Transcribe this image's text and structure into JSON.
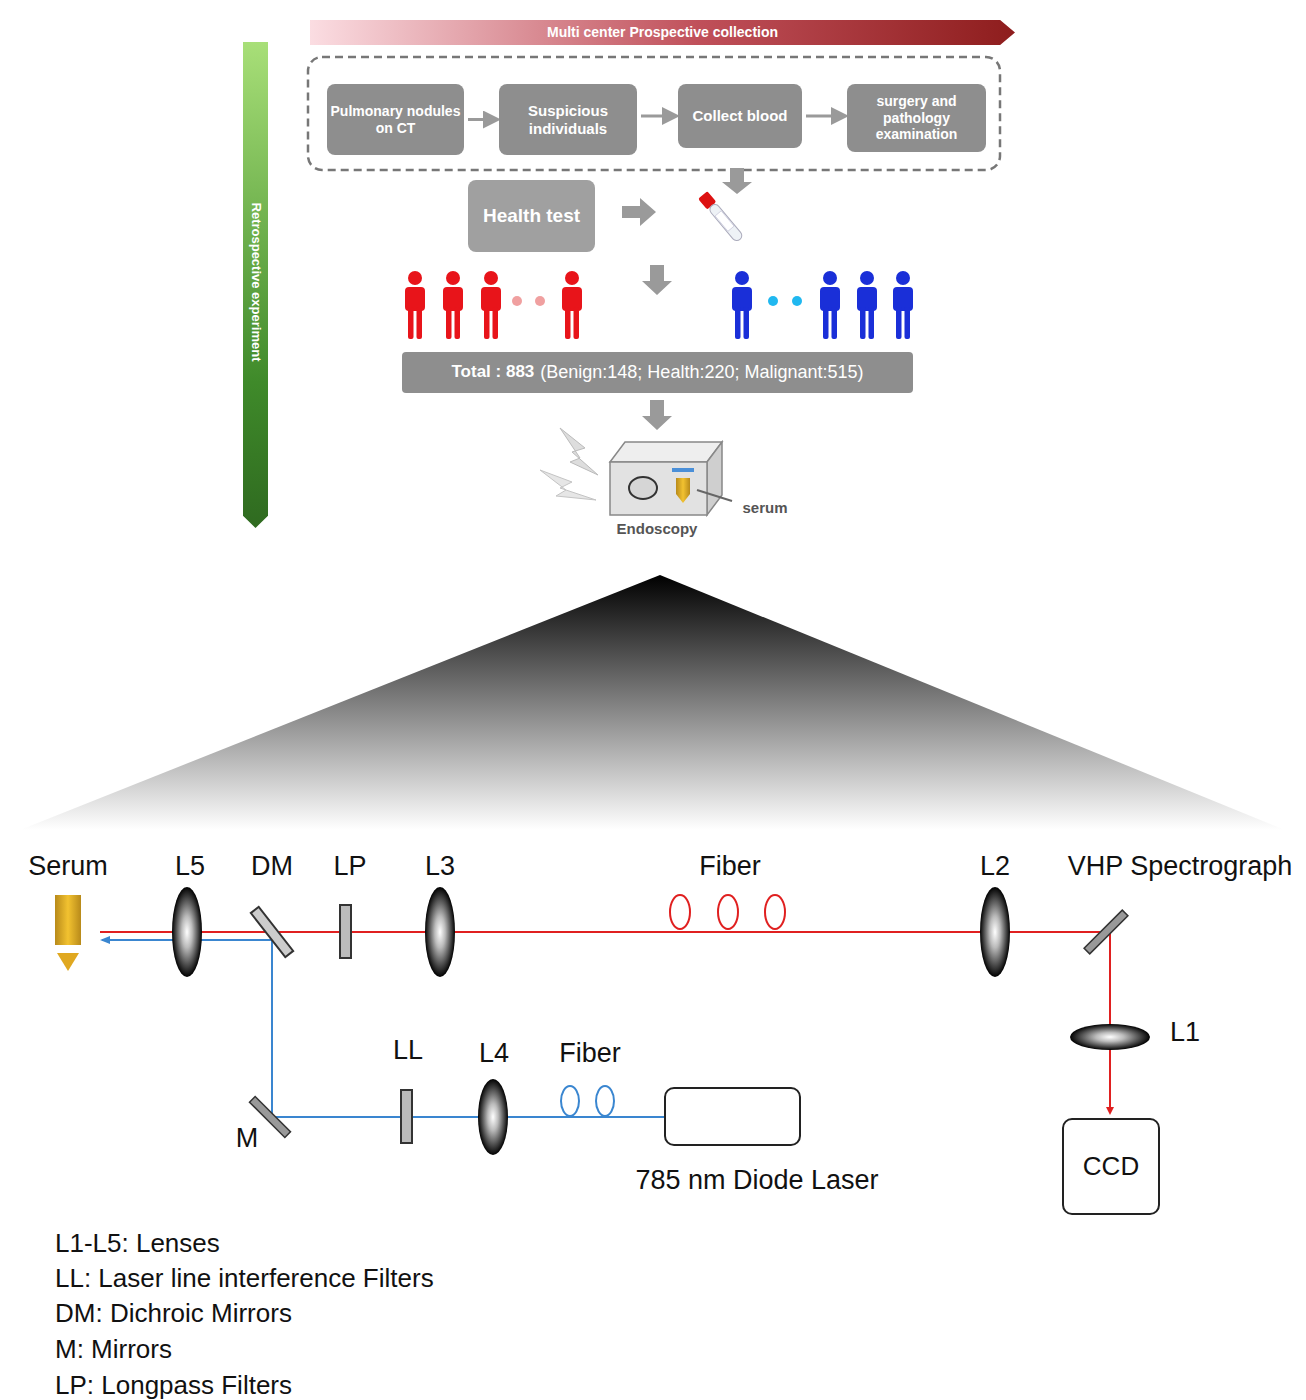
{
  "diagram": {
    "nodes": [
      {
        "text": [
          "Multi center Prospective collection"
        ]
      },
      {
        "text": [
          "Retrospective experiment"
        ]
      },
      {
        "text": [
          "Pulmonary nodules on CT"
        ]
      },
      {
        "text": [
          "Suspicious individuals"
        ]
      },
      {
        "text": [
          "Collect blood"
        ]
      },
      {
        "text": [
          "surgery and pathology examination"
        ]
      },
      {
        "text": [
          "Health test"
        ]
      },
      {
        "text": [
          "Total : 883",
          "(Benign:148; Health:220; Malignant:515)"
        ]
      },
      {
        "text": [
          "CCD"
        ]
      }
    ],
    "edges": [
      {
        "from": 2,
        "to": 3,
        "arrow": "to"
      },
      {
        "from": 3,
        "to": 4,
        "arrow": "to"
      },
      {
        "from": 4,
        "to": 5,
        "arrow": "to"
      }
    ],
    "labels": [
      "Endoscopy",
      "serum",
      "Serum",
      "L5",
      "DM",
      "LP",
      "L3",
      "Fiber",
      "L2",
      "VHP Spectrograph",
      "L1",
      "LL",
      "L4",
      "Fiber",
      "M",
      "785 nm Diode Laser",
      "L1-L5: Lenses",
      "LL: Laser line interference Filters",
      "DM: Dichroic Mirrors",
      "M: Mirrors",
      "LP: Longpass Filters"
    ]
  }
}
